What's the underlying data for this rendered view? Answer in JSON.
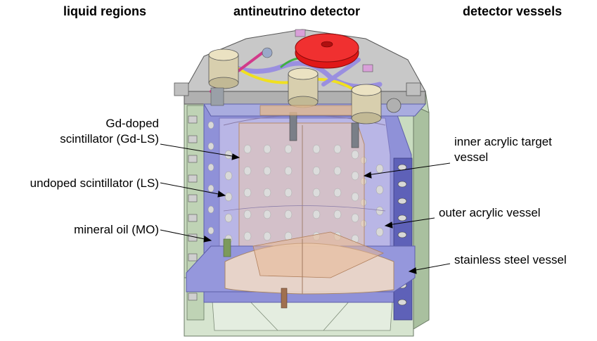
{
  "headers": {
    "left": "liquid regions",
    "center": "antineutrino detector",
    "right": "detector vessels"
  },
  "labels": {
    "gdls_line1": "Gd-doped",
    "gdls_line2": "scintillator (Gd-LS)",
    "ls": "undoped scintillator (LS)",
    "mo": "mineral oil (MO)",
    "iav_line1": "inner acrylic target",
    "iav_line2": "vessel",
    "oav": "outer acrylic vessel",
    "ssv": "stainless steel vessel"
  },
  "colors": {
    "steel_green": "#c9dcc0",
    "steel_shadow": "#a9c09f",
    "deck_gray": "#c8c8c8",
    "blue_region": "#8f91d8",
    "lavender": "#b9b6e6",
    "target_peach": "#e9c9b0",
    "bottom_shape": "#efd9c6",
    "pmt_dots": "#d8d8d8",
    "red_dome": "#e01818",
    "purple_cable": "#9a8fe0"
  }
}
